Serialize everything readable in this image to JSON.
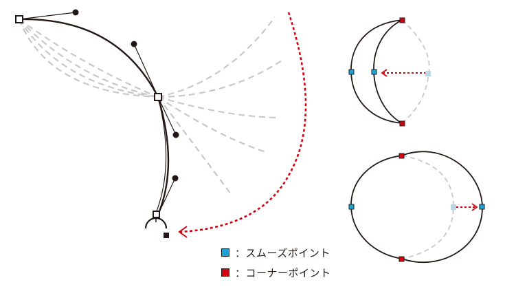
{
  "colors": {
    "smooth": "#1aa3d8",
    "corner": "#d7000f",
    "curve": "#231815",
    "ghost": "#c8c8c8",
    "arrow": "#d7000f"
  },
  "legend": {
    "items": [
      {
        "label": "：スムーズポイント",
        "color": "#1aa3d8",
        "type": "smooth"
      },
      {
        "label": "：コーナーポイント",
        "color": "#d7000f",
        "type": "corner"
      }
    ]
  },
  "figures": {
    "left": {
      "description": "bezier handle rotation example"
    },
    "top_right": {
      "description": "corner points with smooth middle point moved inward"
    },
    "bottom_right": {
      "description": "circle with smooth point moved outward"
    }
  }
}
